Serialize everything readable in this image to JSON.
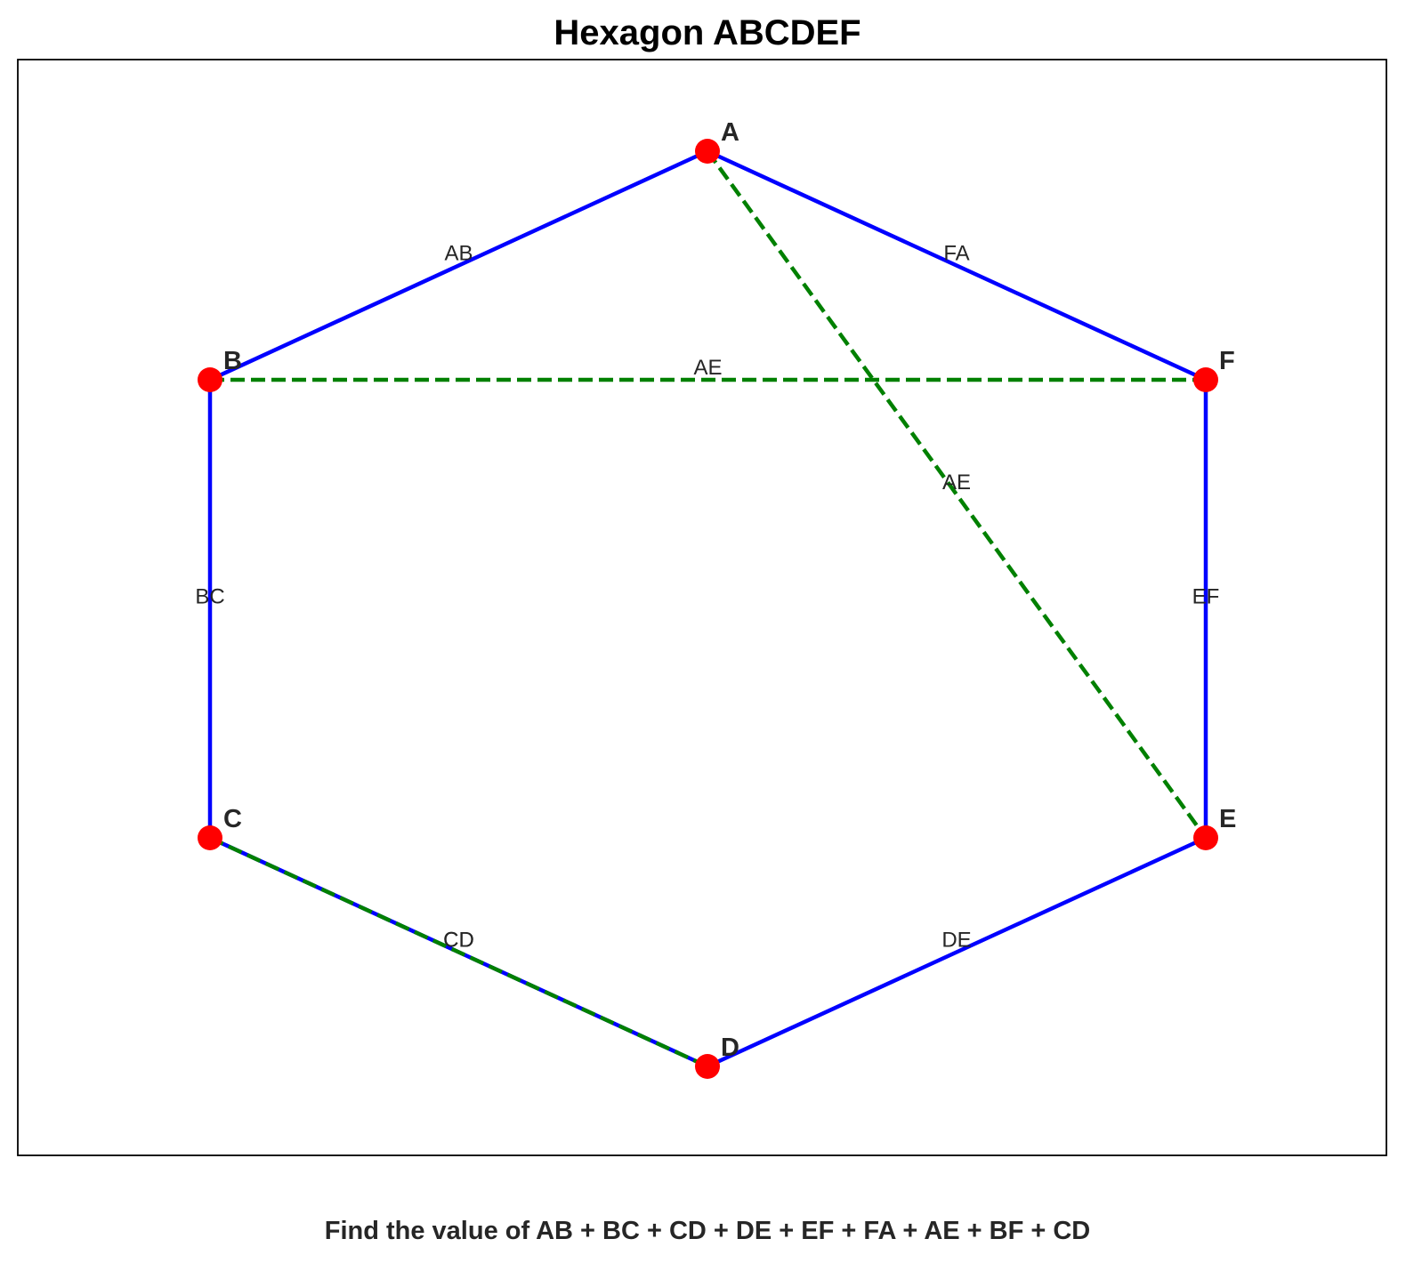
{
  "title": "Hexagon ABCDEF",
  "question": "Find the value of AB + BC + CD + DE + EF + FA + AE + BF + CD",
  "colors": {
    "side": "#0000ff",
    "diagonal": "#008000",
    "vertex": "#ff0000",
    "frame": "#000000",
    "text": "#262626"
  },
  "vertices": [
    {
      "id": "A",
      "label": "A"
    },
    {
      "id": "B",
      "label": "B"
    },
    {
      "id": "C",
      "label": "C"
    },
    {
      "id": "D",
      "label": "D"
    },
    {
      "id": "E",
      "label": "E"
    },
    {
      "id": "F",
      "label": "F"
    }
  ],
  "sides": [
    {
      "from": "A",
      "to": "B",
      "label": "AB"
    },
    {
      "from": "B",
      "to": "C",
      "label": "BC"
    },
    {
      "from": "C",
      "to": "D",
      "label": "CD"
    },
    {
      "from": "D",
      "to": "E",
      "label": "DE"
    },
    {
      "from": "E",
      "to": "F",
      "label": "EF"
    },
    {
      "from": "F",
      "to": "A",
      "label": "FA"
    }
  ],
  "diagonals": [
    {
      "from": "A",
      "to": "E",
      "label": "AE"
    },
    {
      "from": "B",
      "to": "F",
      "label": "AE"
    },
    {
      "from": "C",
      "to": "D",
      "label": "CD"
    }
  ]
}
